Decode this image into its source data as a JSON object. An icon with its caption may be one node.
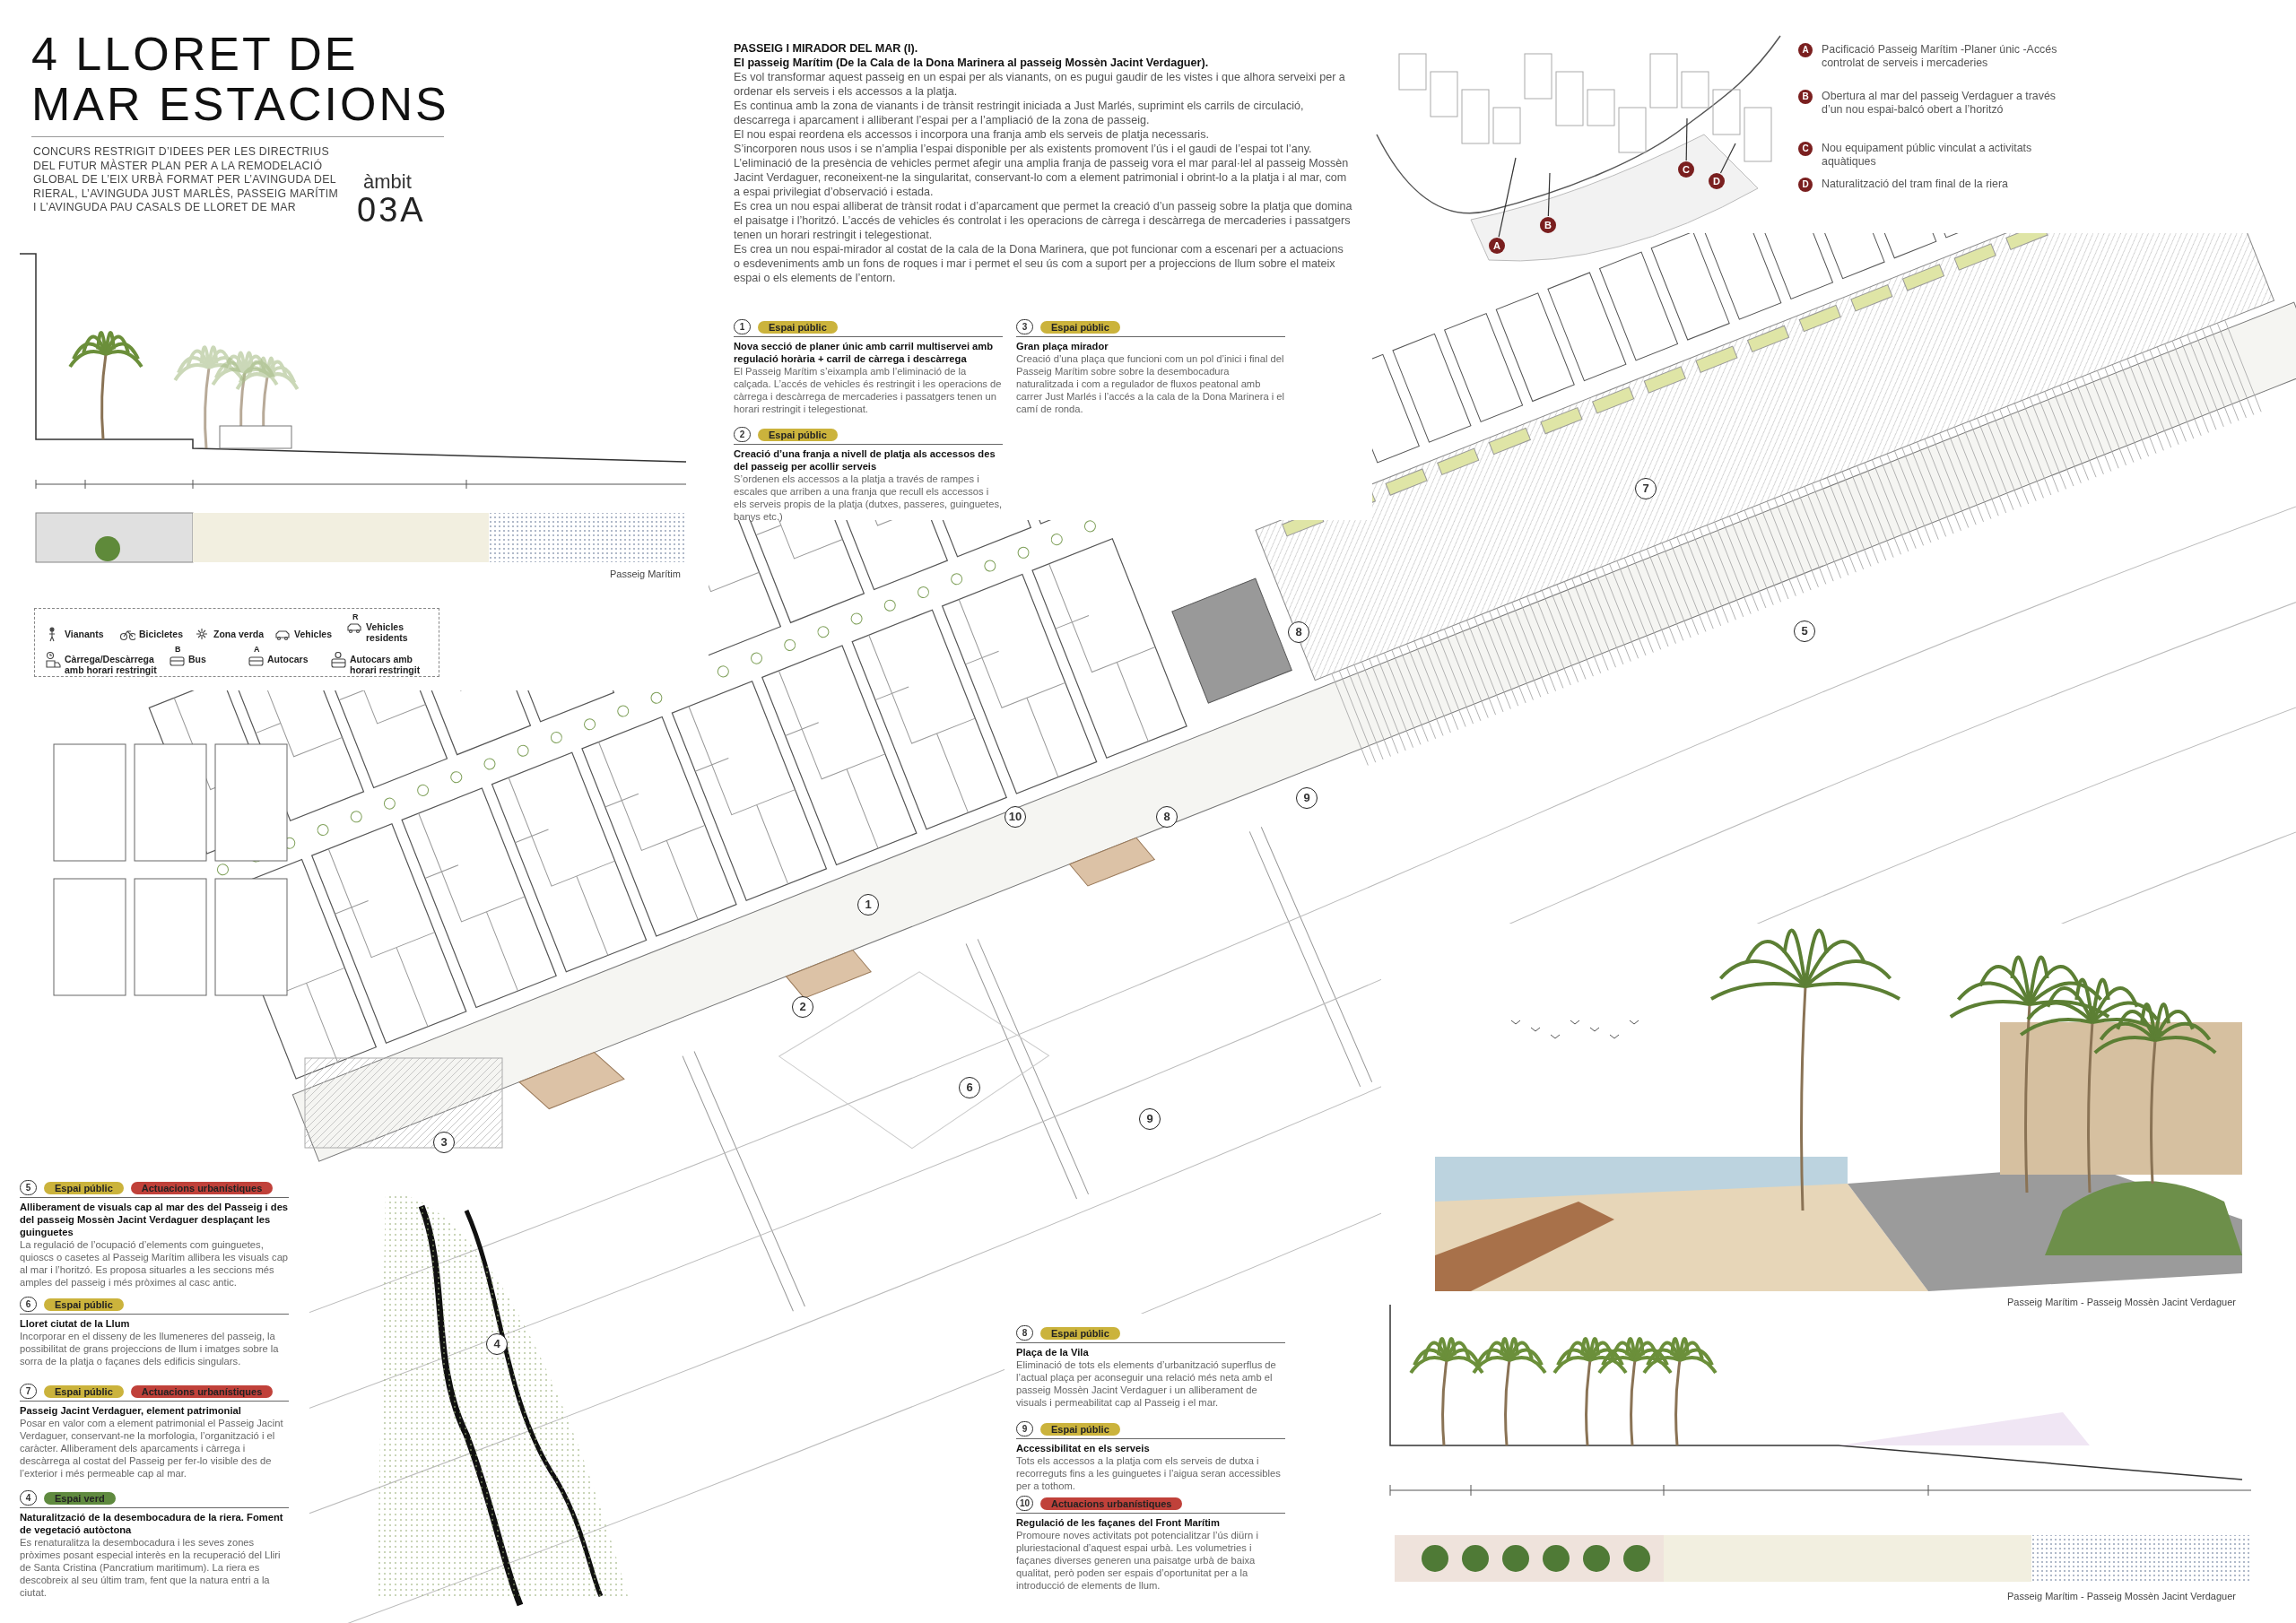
{
  "diagram": {
    "title": "4 LLORET DE MAR ESTACIONS",
    "nodes": [
      {
        "text": [
          "A"
        ]
      },
      {
        "text": [
          "B"
        ]
      },
      {
        "text": [
          "C"
        ]
      },
      {
        "text": [
          "D"
        ]
      }
    ],
    "edges": [
      {
        "from": 0,
        "to": null,
        "arrow": "none"
      },
      {
        "from": 1,
        "to": null,
        "arrow": "none"
      },
      {
        "from": 2,
        "to": null,
        "arrow": "none"
      },
      {
        "from": 3,
        "to": null,
        "arrow": "none"
      }
    ],
    "labels": [
      "CONCURS RESTRIGIT D’IDEES PER LES DIRECTRIUS DEL FUTUR MÀSTER PLAN PER A LA REMODELACIÓ GLOBAL DE L’EIX URBÀ FORMAT PER L’AVINGUDA DEL RIERAL, L’AVINGUDA JUST MARLÈS, PASSEIG MARÍTIM I L’AVINGUDA PAU CASALS DE LLORET DE MAR",
      "àmbit",
      "03A",
      "PASSEIG I MIRADOR DEL MAR (I).",
      "El passeig Marítim (De la Cala de la Dona Marinera al passeig Mossèn Jacint Verdaguer).",
      "Es vol transformar aquest passeig en un espai per als vianants, on es pugui gaudir de les vistes i que alhora serveixi per a ordenar els serveis i els accessos a la platja.",
      "Es continua amb la zona de vianants i de trànsit restringit iniciada a Just Marlés, suprimint els carrils de circulació, descarrega i aparcament i alliberant l’espai per a l’ampliació de la zona de passeig.",
      "El nou espai reordena els accessos i incorpora una franja amb els serveis de platja necessaris.",
      "S’incorporen nous usos i se n’amplia l’espai disponible per als existents promovent l’ús i el gaudi de l’espai tot l’any.",
      "L’eliminació de la presència de vehicles permet afegir una amplia franja de passeig vora el mar paral·lel al passeig Mossèn Jacint Verdaguer, reconeixent-ne la singularitat, conservant-lo com a element patrimonial i obrint-lo a la platja i al mar, com a espai privilegiat d’observació i estada.",
      "Es crea un nou espai alliberat de trànsit rodat i d’aparcament que permet la creació d’un passeig sobre la platja que domina el paisatge i l’horitzó. L’accés de vehicles és controlat i les operacions de càrrega i descàrrega de mercaderies i passatgers tenen un horari restringit i telegestionat.",
      "Es crea un nou espai-mirador al costat de la cala de la Dona Marinera, que pot funcionar com a escenari per a actuacions o esdeveniments amb un fons de roques i mar i permet el seu ús com a suport per a projeccions de llum sobre el mateix espai o els elements de l’entorn.",
      "A",
      "Pacificació Passeig Marítim -Planer únic -Accés controlat de serveis i mercaderies",
      "B",
      "Obertura al mar del passeig Verdaguer a través d’un nou espai-balcó obert a l’horitzó",
      "C",
      "Nou equipament públic vinculat a activitats aquàtiques",
      "D",
      "Naturalització del tram final de la riera",
      "1",
      "Espai públic",
      "Nova secció de planer únic amb carril multiservei amb regulació horària + carril de càrrega i descàrrega",
      "El Passeig Marítim s’eixampla amb l’eliminació de la calçada. L’accés de vehicles és restringit i les operacions de càrrega i descàrrega de mercaderies i passatgers tenen un horari restringit i telegestionat.",
      "3",
      "Espai públic",
      "Gran plaça mirador",
      "Creació d’una plaça que funcioni com un pol d’inici i final del Passeig Marítim sobre sobre la desembocadura naturalitzada i com a regulador de fluxos peatonal amb carrer Just Marlés i l’accés a la cala de la Dona Marinera i el camí de ronda.",
      "2",
      "Espai públic",
      "Creació d’una franja a nivell de platja als accessos des del passeig per acollir serveis",
      "S’ordenen els accessos a la platja a través de rampes i escales que arriben a una franja que recull els accessos i els serveis propis de la platja (dutxes, passeres, guinguetes, banys etc.)",
      "5",
      "Espai públic",
      "Actuacions urbanístiques",
      "Alliberament de visuals cap al mar des del Passeig i des del passeig Mossèn Jacint Verdaguer desplaçant les guinguetes",
      "La regulació de l’ocupació d’elements com guinguetes, quioscs o casetes al Passeig Marítim allibera les visuals cap al mar i l’horitzó. Es proposa situarles a les seccions més amples del passeig i més pròximes al casc antic.",
      "6",
      "Espai públic",
      "Lloret ciutat de la Llum",
      "Incorporar en el disseny de les llumeneres del passeig, la possibilitat de grans projeccions de llum i imatges sobre la sorra de la platja o façanes dels edificis singulars.",
      "7",
      "Espai públic",
      "Actuacions urbanístiques",
      "Passeig Jacint Verdaguer, element patrimonial",
      "Posar en valor com a element patrimonial el Passeig Jacint Verdaguer, conservant-ne la morfologia, l’organització i el caràcter. Alliberament dels aparcaments i càrrega i descàrrega al costat del Passeig per fer-lo visible des de l’exterior i més permeable cap al mar.",
      "4",
      "Espai verd",
      "Naturalització de la desembocadura de la riera. Foment de vegetació autòctona",
      "Es renaturalitza la desembocadura i les seves zones pròximes posant especial interès en la recuperació del Lliri de Santa Cristina (Pancratium maritimum). La riera es descobreix al seu últim tram, fent que la natura entri a la ciutat.",
      "8",
      "Espai públic",
      "Plaça de la Vila",
      "Eliminació de tots els elements d’urbanització superflus de l’actual plaça per aconseguir una relació més neta amb el passeig Mossèn Jacint Verdaguer i un alliberament de visuals i permeabilitat cap al Passeig i el mar.",
      "9",
      "Espai públic",
      "Accessibilitat en els serveis",
      "Tots els accessos a la platja com els serveis de dutxa i recorreguts fins a les guinguetes i l’aigua seran accessibles per a tothom.",
      "10",
      "Actuacions urbanístiques",
      "Regulació de les façanes del Front Marítim",
      "Promoure noves activitats pot potencialitzar l’ús diürn i pluriestacional d’aquest espai urbà. Les volumetries i façanes diverses generen una paisatge urbà de baixa qualitat, però poden ser espais d’oportunitat per a la introducció de elements de llum.",
      "Passeig Marítim",
      "Passeig Marítim - Passeig Mossèn Jacint Verdaguer",
      "Passeig Marítim - Passeig Mossèn Jacint Verdaguer",
      "7",
      "8",
      "5",
      "10",
      "8",
      "9",
      "1",
      "2",
      "6",
      "3",
      "9",
      "4",
      "R",
      "B",
      "A"
    ],
    "legend": [
      {
        "text": "Vianants"
      },
      {
        "text": "Bicicletes"
      },
      {
        "text": "Zona verda"
      },
      {
        "text": "Vehicles"
      },
      {
        "text": "Vehicles residents"
      },
      {
        "text": "Càrrega/Descàrrega amb horari restringit"
      },
      {
        "text": "Bus"
      },
      {
        "text": "Autocars"
      },
      {
        "text": "Autocars amb horari restringit"
      }
    ]
  }
}
